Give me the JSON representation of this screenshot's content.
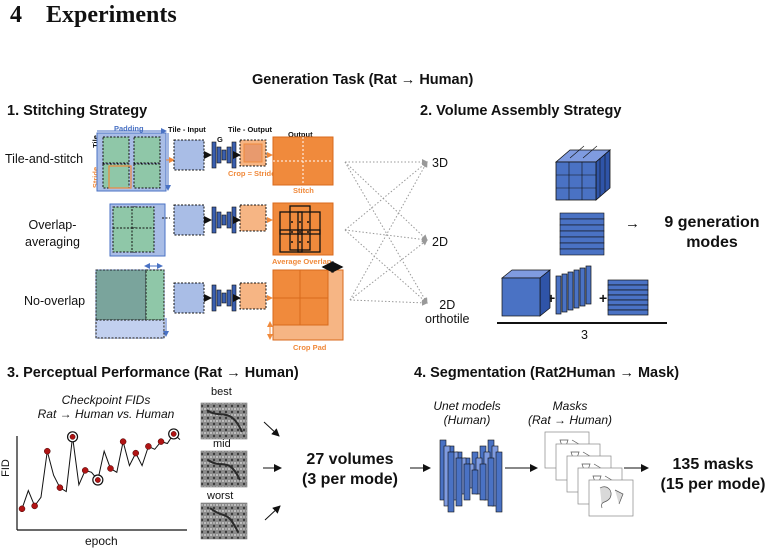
{
  "heading": {
    "number": "4",
    "text": "Experiments"
  },
  "figure_title": "Generation Task (Rat → Human)",
  "panel1": {
    "title": "1. Stitching Strategy",
    "row_labels": [
      "Tile-and-stitch",
      "Overlap-\naveraging",
      "No-overlap"
    ],
    "tiny_labels": {
      "padding": "Padding",
      "tile": "Tile",
      "stride": "Stride",
      "tile_input": "Tile - Input",
      "tile_output": "Tile - Output",
      "output": "Output",
      "g": "G",
      "crop_stride": "Crop = Stride",
      "stitch": "Stitch",
      "average_overlap": "Average Overlap",
      "crop_pad": "Crop Pad"
    }
  },
  "assembly_targets": [
    "3D",
    "2D",
    "2D\northotile"
  ],
  "panel2": {
    "title": "2. Volume Assembly Strategy",
    "result": "9 generation\nmodes",
    "arrow": "→",
    "plus": "+",
    "count": "3"
  },
  "panel3": {
    "title": "3. Perceptual Performance (Rat → Human)",
    "plot_title": "Checkpoint FIDs\nRat → Human vs. Human",
    "ylabel": "FID",
    "xlabel": "epoch",
    "thumbs": [
      "best",
      "mid",
      "worst"
    ],
    "volumes": "27 volumes\n(3 per mode)",
    "fid_curve": [
      0.2,
      0.39,
      0.23,
      0.32,
      0.8,
      0.55,
      0.42,
      0.38,
      0.95,
      0.45,
      0.6,
      0.58,
      0.5,
      0.8,
      0.62,
      0.58,
      0.9,
      0.65,
      0.78,
      0.65,
      0.85,
      0.82,
      0.9,
      0.88,
      0.98,
      0.92
    ],
    "highlighted_points": [
      8,
      12,
      24
    ]
  },
  "panel4": {
    "title": "4. Segmentation (Rat2Human → Mask)",
    "unet_label": "Unet models\n(Human)",
    "masks_label": "Masks\n(Rat → Human)",
    "result": "135 masks\n(15 per mode)"
  },
  "colors": {
    "blue": "#4a72c4",
    "light_blue": "#a9bde6",
    "green": "#8fc7a8",
    "orange": "#f08a3c",
    "light_orange": "#f6b584",
    "dark_red": "#b01414"
  }
}
